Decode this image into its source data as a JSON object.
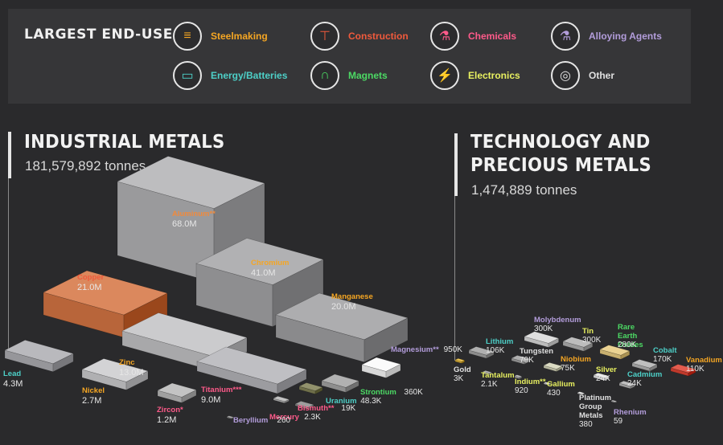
{
  "legend": {
    "title": "LARGEST END-USE",
    "items": [
      {
        "label": "Steelmaking",
        "color": "#f5a623",
        "icon": "steel-beam-icon"
      },
      {
        "label": "Construction",
        "color": "#f05a3c",
        "icon": "crane-icon"
      },
      {
        "label": "Chemicals",
        "color": "#ff5a8a",
        "icon": "flask-icon"
      },
      {
        "label": "Alloying Agents",
        "color": "#b39ddb",
        "icon": "alloy-flask-icon"
      },
      {
        "label": "Energy/Batteries",
        "color": "#4dd0c8",
        "icon": "battery-icon"
      },
      {
        "label": "Magnets",
        "color": "#4cd964",
        "icon": "magnet-icon"
      },
      {
        "label": "Electronics",
        "color": "#e8f060",
        "icon": "plug-icon"
      },
      {
        "label": "Other",
        "color": "#e0e0e0",
        "icon": "satellite-icon"
      }
    ]
  },
  "industrial": {
    "title_line1": "INDUSTRIAL METALS",
    "total": "181,579,892 tonnes"
  },
  "technology": {
    "title_line1": "TECHNOLOGY AND",
    "title_line2": "PRECIOUS METALS",
    "total": "1,474,889 tonnes"
  },
  "chart_data": {
    "type": "bar",
    "title": "",
    "groups": [
      {
        "name": "INDUSTRIAL METALS",
        "total": "181,579,892 tonnes",
        "metals": [
          {
            "name": "Aluminum**",
            "value_label": "68.0M",
            "value": 68000000,
            "use": "Construction",
            "color": "#f05a3c",
            "label_color": "#f08a3c"
          },
          {
            "name": "Chromium",
            "value_label": "41.0M",
            "value": 41000000,
            "use": "Steelmaking",
            "color": "#f5a623"
          },
          {
            "name": "Copper",
            "value_label": "21.0M",
            "value": 21000000,
            "use": "Construction",
            "color": "#f05a3c"
          },
          {
            "name": "Manganese",
            "value_label": "20.0M",
            "value": 20000000,
            "use": "Steelmaking",
            "color": "#f5a623"
          },
          {
            "name": "Zinc",
            "value_label": "13.0M",
            "value": 13000000,
            "use": "Steelmaking",
            "color": "#f5a623"
          },
          {
            "name": "Titanium***",
            "value_label": "9.0M",
            "value": 9000000,
            "use": "Chemicals",
            "color": "#ff5a8a"
          },
          {
            "name": "Lead",
            "value_label": "4.3M",
            "value": 4300000,
            "use": "Energy/Batteries",
            "color": "#4dd0c8"
          },
          {
            "name": "Nickel",
            "value_label": "2.7M",
            "value": 2700000,
            "use": "Steelmaking",
            "color": "#f5a623"
          },
          {
            "name": "Zircon*",
            "value_label": "1.2M",
            "value": 1200000,
            "use": "Chemicals",
            "color": "#ff5a8a"
          },
          {
            "name": "Magnesium**",
            "value_label": "950K",
            "value": 950000,
            "use": "Alloying Agents",
            "color": "#b39ddb"
          },
          {
            "name": "Strontium",
            "value_label": "360K",
            "value": 360000,
            "use": "Magnets",
            "color": "#4cd964"
          },
          {
            "name": "Uranium",
            "value_label": "48.3K",
            "value": 48300,
            "use": "Energy/Batteries",
            "color": "#4dd0c8"
          },
          {
            "name": "Bismuth**",
            "value_label": "19K",
            "value": 19000,
            "use": "Chemicals",
            "color": "#ff5a8a"
          },
          {
            "name": "Mercury",
            "value_label": "2.3K",
            "value": 2300,
            "use": "Chemicals",
            "color": "#ff5a8a"
          },
          {
            "name": "Beryllium",
            "value_label": "260",
            "value": 260,
            "use": "Alloying Agents",
            "color": "#b39ddb"
          }
        ]
      },
      {
        "name": "TECHNOLOGY AND PRECIOUS METALS",
        "total": "1,474,889 tonnes",
        "metals": [
          {
            "name": "Molybdenum",
            "value_label": "300K",
            "value": 300000,
            "use": "Alloying Agents",
            "color": "#b39ddb"
          },
          {
            "name": "Tin",
            "value_label": "300K",
            "value": 300000,
            "use": "Electronics",
            "color": "#e8f060"
          },
          {
            "name": "Rare Earth Oxides",
            "value_label": "280K",
            "value": 280000,
            "use": "Magnets",
            "color": "#4cd964"
          },
          {
            "name": "Lithium",
            "value_label": "106K",
            "value": 106000,
            "use": "Energy/Batteries",
            "color": "#4dd0c8"
          },
          {
            "name": "Cobalt",
            "value_label": "170K",
            "value": 170000,
            "use": "Energy/Batteries",
            "color": "#4dd0c8"
          },
          {
            "name": "Vanadium",
            "value_label": "110K",
            "value": 110000,
            "use": "Steelmaking",
            "color": "#f5a623"
          },
          {
            "name": "Tungsten",
            "value_label": "79K",
            "value": 79000,
            "use": "Other",
            "color": "#e0e0e0"
          },
          {
            "name": "Niobium",
            "value_label": "75K",
            "value": 75000,
            "use": "Steelmaking",
            "color": "#f5a623"
          },
          {
            "name": "Silver",
            "value_label": "24K",
            "value": 24000,
            "use": "Electronics",
            "color": "#e8f060"
          },
          {
            "name": "Cadmium",
            "value_label": "24K",
            "value": 24000,
            "use": "Energy/Batteries",
            "color": "#4dd0c8"
          },
          {
            "name": "Gold",
            "value_label": "3K",
            "value": 3000,
            "use": "Other",
            "color": "#e0e0e0"
          },
          {
            "name": "Tantalum",
            "value_label": "2.1K",
            "value": 2100,
            "use": "Electronics",
            "color": "#e8f060"
          },
          {
            "name": "Indium**",
            "value_label": "920",
            "value": 920,
            "use": "Electronics",
            "color": "#e8f060"
          },
          {
            "name": "Gallium",
            "value_label": "430",
            "value": 430,
            "use": "Electronics",
            "color": "#e8f060"
          },
          {
            "name": "Platinum Group Metals",
            "value_label": "380",
            "value": 380,
            "use": "Other",
            "color": "#e0e0e0"
          },
          {
            "name": "Rhenium",
            "value_label": "59",
            "value": 59,
            "use": "Alloying Agents",
            "color": "#b39ddb"
          }
        ]
      }
    ]
  }
}
